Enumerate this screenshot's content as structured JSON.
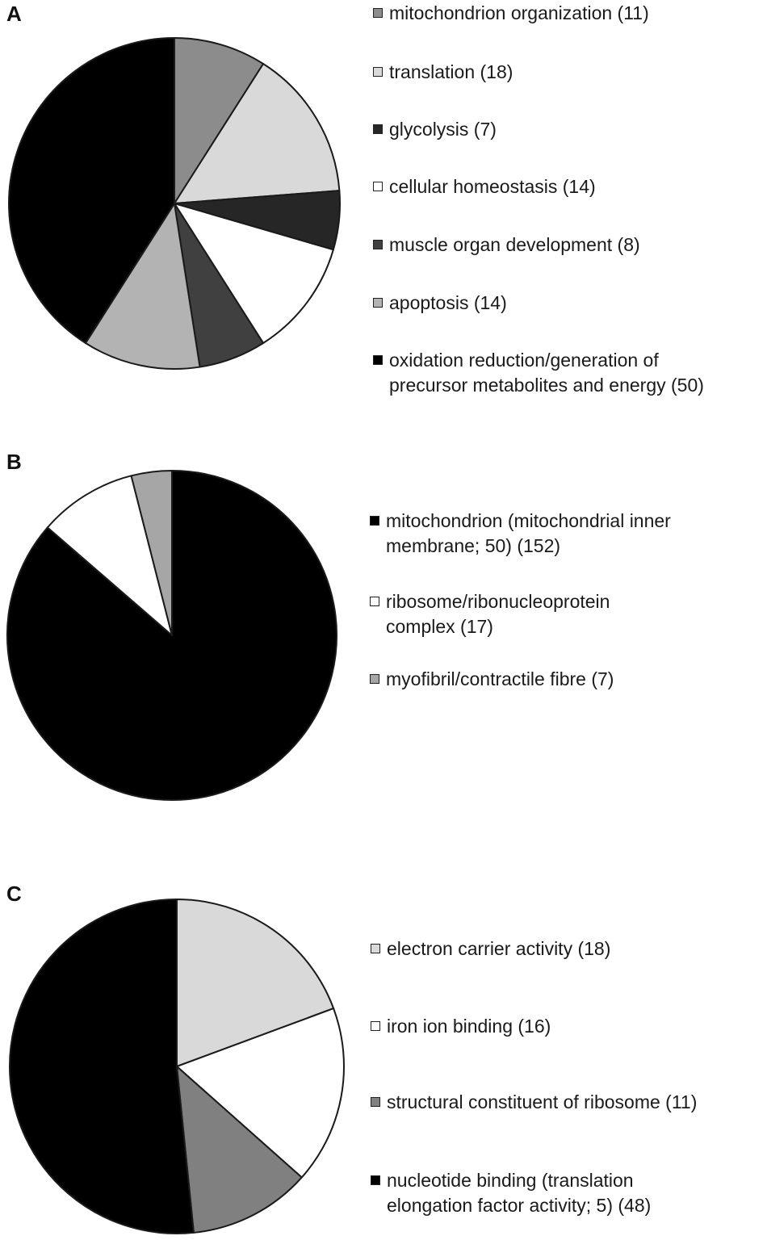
{
  "chart_data": [
    {
      "type": "pie",
      "panel_label": "A",
      "slices": [
        {
          "label": "mitochondrion organization (11)",
          "value": 11,
          "color": "#8c8c8c"
        },
        {
          "label": "translation (18)",
          "value": 18,
          "color": "#d9d9d9"
        },
        {
          "label": "glycolysis (7)",
          "value": 7,
          "color": "#262626"
        },
        {
          "label": "cellular homeostasis (14)",
          "value": 14,
          "color": "#ffffff"
        },
        {
          "label": "muscle organ development (8)",
          "value": 8,
          "color": "#404040"
        },
        {
          "label": "apoptosis (14)",
          "value": 14,
          "color": "#b3b3b3"
        },
        {
          "label": "oxidation reduction/generation of\nprecursor metabolites and energy (50)",
          "value": 50,
          "color": "#000000"
        }
      ]
    },
    {
      "type": "pie",
      "panel_label": "B",
      "slices": [
        {
          "label": "mitochondrion (mitochondrial inner\nmembrane; 50) (152)",
          "value": 152,
          "color": "#000000"
        },
        {
          "label": "ribosome/ribonucleoprotein\ncomplex (17)",
          "value": 17,
          "color": "#ffffff"
        },
        {
          "label": "myofibril/contractile fibre (7)",
          "value": 7,
          "color": "#a6a6a6"
        }
      ]
    },
    {
      "type": "pie",
      "panel_label": "C",
      "slices": [
        {
          "label": "electron carrier activity (18)",
          "value": 18,
          "color": "#d9d9d9"
        },
        {
          "label": "iron ion binding (16)",
          "value": 16,
          "color": "#ffffff"
        },
        {
          "label": "structural constituent of ribosome (11)",
          "value": 11,
          "color": "#808080"
        },
        {
          "label": "nucleotide binding (translation\nelongation factor activity; 5) (48)",
          "value": 48,
          "color": "#000000"
        }
      ]
    }
  ]
}
